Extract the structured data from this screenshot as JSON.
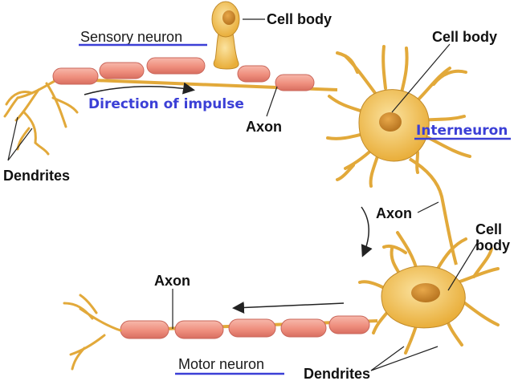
{
  "labels": {
    "sensory_neuron": "Sensory neuron",
    "cell_body_sensory": "Cell body",
    "direction_of_impulse": "Direction of impulse",
    "axon_sensory": "Axon",
    "dendrites_sensory": "Dendrites",
    "cell_body_inter": "Cell body",
    "interneuron": "Interneuron",
    "axon_inter": "Axon",
    "cell_body_motor_line1": "Cell",
    "cell_body_motor_line2": "body",
    "axon_motor": "Axon",
    "motor_neuron": "Motor neuron",
    "dendrites_motor": "Dendrites"
  },
  "colors": {
    "neuron_fill": "#f0c15a",
    "neuron_stroke": "#b8862a",
    "myelin_fill": "#f29a8a",
    "myelin_stroke": "#c9665a",
    "nucleus": "#c98a2a",
    "underline": "#3b3fd6",
    "blue_text": "#3b3fd6"
  }
}
